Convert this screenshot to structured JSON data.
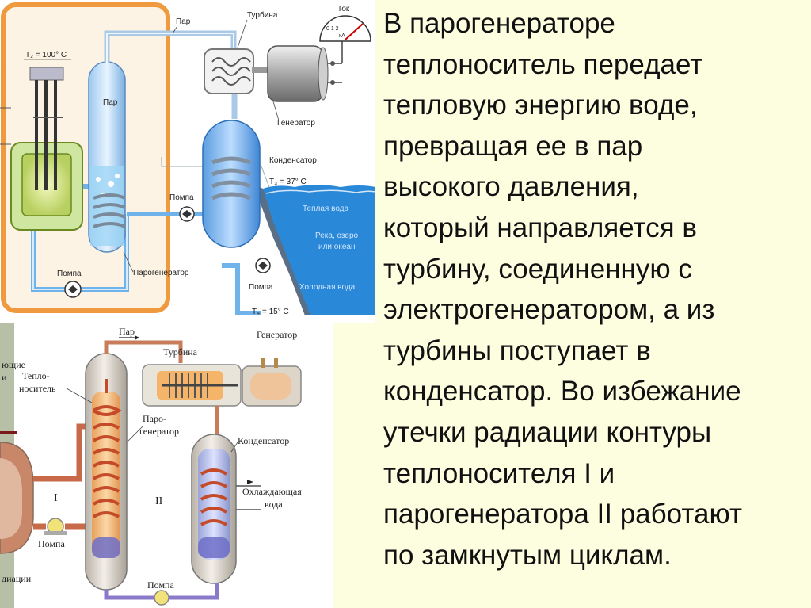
{
  "slide_text": {
    "lines": [
      "В парогенераторе",
      "теплоноситель передает",
      "тепловую энергию воде,",
      "превращая ее в пар",
      "высокого давления,",
      "который направляется в",
      "турбину, соединенную с",
      "электрогенератором, а из",
      "турбины поступает в",
      "конденсатор. Во избежание",
      "утечки радиации контуры",
      "теплоносителя I и",
      "парогенератора II работают",
      "по замкнутым циклам."
    ]
  },
  "diagram_top": {
    "labels": {
      "t2": "T₂ = 100° C",
      "steam_pipe": "Пар",
      "turbine": "Турбина",
      "current": "Ток",
      "meter_scale": "0 1 2",
      "meter_unit": "кА",
      "steam_in_generator": "Пар",
      "generator": "Генератор",
      "condenser": "Конденсатор",
      "t3": "T₃ = 37° C",
      "pump_mid": "Помпа",
      "warm_water": "Теплая вода",
      "water_body": "Река, озеро или океан",
      "pump_bottom": "Помпа",
      "steam_generator": "Парогенератор",
      "pump_right": "Помпа",
      "cold_water": "Холодная вода",
      "t4": "T₄ = 15° C"
    }
  },
  "diagram_bottom": {
    "labels": {
      "steam": "Пар",
      "turbine": "Турбина",
      "generator": "Генератор",
      "coolant": "Тепло-носитель",
      "steam_generator": "Паро-генератор",
      "condenser": "Конденсатор",
      "cooling_water": "Охлаждающая вода",
      "circuit_1": "I",
      "circuit_2": "II",
      "pump_left": "Помпа",
      "pump_bottom": "Помпа",
      "cut_top": "ющие",
      "cut_bottom": "диации"
    }
  },
  "colors": {
    "background": "#fdfde0",
    "text": "#111111",
    "water_blue": "#2a88d8",
    "reactor_orange": "#f0a040",
    "coil_red": "#d05030"
  }
}
